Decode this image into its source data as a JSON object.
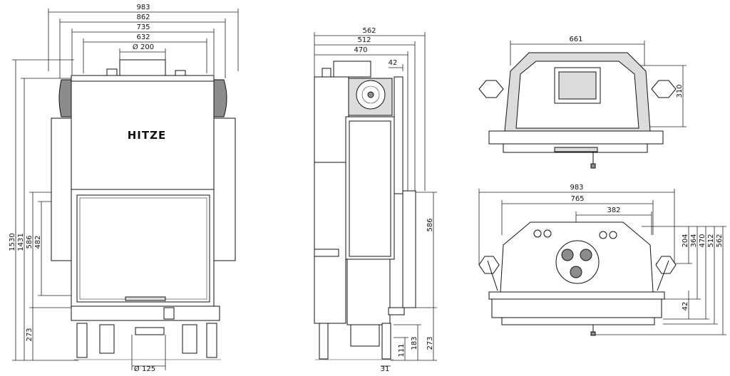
{
  "front_view": {
    "dims": {
      "w983": "983",
      "w862": "862",
      "w735": "735",
      "w632": "632",
      "flue": "Ø 200",
      "h1530": "1530",
      "h1431": "1431",
      "h586": "586",
      "h482": "482",
      "h273": "273",
      "inlet": "Ø 125"
    },
    "logo": "HITZE"
  },
  "side_view": {
    "dims": {
      "w562": "562",
      "w512": "512",
      "w470": "470",
      "w42": "42",
      "h586": "586",
      "h273": "273",
      "h183": "183",
      "h111": "111",
      "w31": "31"
    }
  },
  "top_view": {
    "dims": {
      "w661": "661",
      "h310": "310"
    }
  },
  "bottom_view": {
    "dims": {
      "w983": "983",
      "w765": "765",
      "w382": "382",
      "h204": "204",
      "h364": "364",
      "h470": "470",
      "h512": "512",
      "h562": "562",
      "h42": "42"
    }
  }
}
